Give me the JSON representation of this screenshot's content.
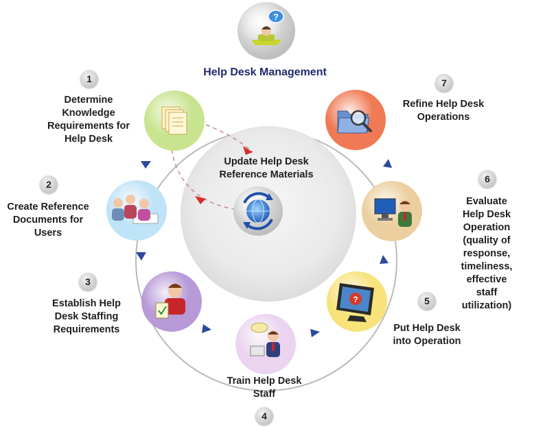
{
  "title": "Help Desk Management",
  "center_label": "Update Help Desk\nReference Materials",
  "steps": [
    {
      "number": "1",
      "label": "Determine\nKnowledge\nRequirements for\nHelp Desk",
      "icon": "documents-icon",
      "color": "#c9e48f"
    },
    {
      "number": "2",
      "label": "Create Reference\nDocuments for\nUsers",
      "icon": "users-group-icon",
      "color": "#bfe3f7"
    },
    {
      "number": "3",
      "label": "Establish Help\nDesk Staffing\nRequirements",
      "icon": "staff-checklist-icon",
      "color": "#b79ad7"
    },
    {
      "number": "4",
      "label": "Train Help Desk\nStaff",
      "icon": "trainer-icon",
      "color": "#ead4f0"
    },
    {
      "number": "5",
      "label": "Put Help Desk\ninto Operation",
      "icon": "monitor-question-icon",
      "color": "#f8e27a"
    },
    {
      "number": "6",
      "label": "Evaluate Help Desk\nOperation\n(quality of response,\ntimeliness, effective\nstaff utilization)",
      "icon": "evaluator-icon",
      "color": "#eccf9e"
    },
    {
      "number": "7",
      "label": "Refine Help Desk\nOperations",
      "icon": "folder-search-icon",
      "color": "#f07a55"
    }
  ]
}
